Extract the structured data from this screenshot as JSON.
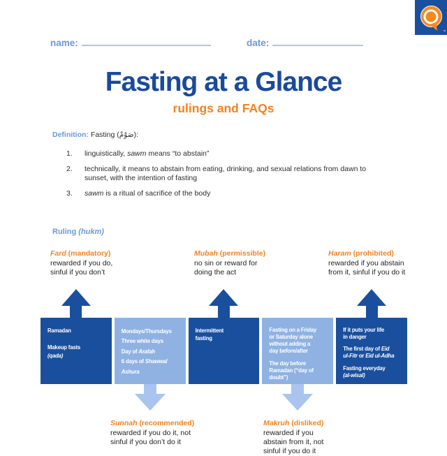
{
  "colors": {
    "navy": "#1a4a9c",
    "box_dark_blue": "#1a4f9e",
    "box_light_blue": "#8fb2e3",
    "arrow_light_blue": "#a9c4ee",
    "orange": "#f58220",
    "label_blue": "#6b98d8",
    "underline_blue": "#aac6ee"
  },
  "header": {
    "name_label": "name:",
    "date_label": "date:",
    "logo_tm": "™"
  },
  "title": {
    "main": "Fasting at a Glance",
    "subtitle": "rulings and FAQs"
  },
  "definition": {
    "label": "Definition:",
    "intro_runs": [
      {
        "t": "Fasting ("
      },
      {
        "t": "صَوْمْ"
      },
      {
        "t": "):"
      }
    ],
    "items": [
      {
        "num": "1.",
        "runs": [
          {
            "t": "linguistically, "
          },
          {
            "t": "sawm",
            "i": true
          },
          {
            "t": " means “to abstain”"
          }
        ]
      },
      {
        "num": "2.",
        "runs": [
          {
            "t": "technically, it means to abstain from eating, drinking, and sexual relations from dawn to sunset, with the intention of fasting"
          }
        ]
      },
      {
        "num": "3.",
        "runs": [
          {
            "t": "sawm",
            "i": true
          },
          {
            "t": " is a ritual of sacrifice of the body"
          }
        ]
      }
    ]
  },
  "ruling": {
    "runs": [
      {
        "t": "Ruling "
      },
      {
        "t": "(hukm)",
        "i": true
      }
    ]
  },
  "top_categories": [
    {
      "heading_runs": [
        {
          "t": "Fard",
          "i": true
        },
        {
          "t": " (mandatory)"
        }
      ],
      "desc": "rewarded if you do,\nsinful if you don’t"
    },
    {
      "heading_runs": [
        {
          "t": "Mubah",
          "i": true
        },
        {
          "t": " (permissible)"
        }
      ],
      "desc": "no sin or reward for\ndoing the act"
    },
    {
      "heading_runs": [
        {
          "t": "Haram",
          "i": true
        },
        {
          "t": " (prohibited)"
        }
      ],
      "desc": "rewarded if you abstain\nfrom it, sinful if you do it"
    }
  ],
  "bottom_categories": [
    {
      "heading_runs": [
        {
          "t": "Sunnah",
          "i": true
        },
        {
          "t": " (recommended)"
        }
      ],
      "desc": "rewarded if you do it, not\nsinful if you don’t do it"
    },
    {
      "heading_runs": [
        {
          "t": "Makruh",
          "i": true
        },
        {
          "t": " (disliked)"
        }
      ],
      "desc": "rewarded if you\nabstain from it, not\nsinful if you do it"
    }
  ],
  "diagram": {
    "columns": [
      {
        "tone": "dark",
        "arrow": "up",
        "paragraphs": [
          [
            {
              "t": "Ramadan"
            }
          ],
          [
            {
              "t": "Makeup fasts\n"
            },
            {
              "t": "(qada)",
              "i": true
            }
          ]
        ]
      },
      {
        "tone": "light",
        "arrow": "down",
        "paragraphs": [
          [
            {
              "t": "Mondays/Thursdays\nThree white days\nDay of "
            },
            {
              "t": "Arafah",
              "i": true
            },
            {
              "t": "\n6 days of "
            },
            {
              "t": "Shawwal",
              "i": true
            },
            {
              "t": "\n"
            },
            {
              "t": "Ashura",
              "i": true
            }
          ]
        ]
      },
      {
        "tone": "dark",
        "arrow": "up",
        "paragraphs": [
          [
            {
              "t": "Intermittent\nfasting"
            }
          ]
        ]
      },
      {
        "tone": "light",
        "arrow": "down",
        "paragraphs": [
          [
            {
              "t": "Fasting on a Friday\nor Saturday alone\nwithout adding a\nday before/after"
            }
          ],
          [
            {
              "t": "The day before\nRamadan (“day of\ndoubt”)"
            }
          ]
        ]
      },
      {
        "tone": "dark",
        "arrow": "up",
        "paragraphs": [
          [
            {
              "t": "If it puts your life\nin danger"
            }
          ],
          [
            {
              "t": "The first day of "
            },
            {
              "t": "Eid\nul-Fitr",
              "i": true
            },
            {
              "t": " or "
            },
            {
              "t": "Eid ul-Adha",
              "i": true
            }
          ],
          [
            {
              "t": "Fasting everyday\n"
            },
            {
              "t": "(al-wisal)",
              "i": true
            }
          ]
        ]
      }
    ]
  }
}
